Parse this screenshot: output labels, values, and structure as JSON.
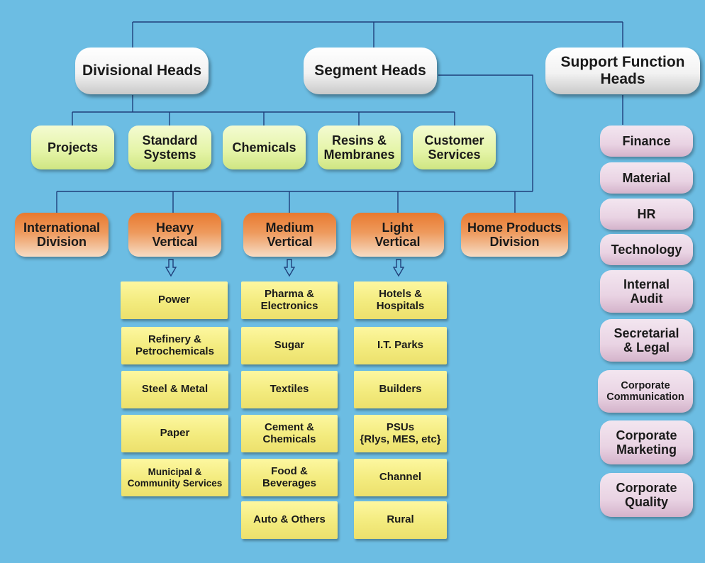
{
  "colors": {
    "background": "#6cbde3",
    "line": "#1f3f7a",
    "top_box": "#f2f2f2",
    "segment_box": "#e4f4a6",
    "vertical_box": "#ee9a5d",
    "support_box": "#e9d3e3",
    "item_box": "#f3eb7e"
  },
  "top_heads": {
    "divisional": "Divisional Heads",
    "segment": "Segment Heads",
    "support": "Support Function\nHeads"
  },
  "segments": [
    "Projects",
    "Standard\nSystems",
    "Chemicals",
    "Resins &\nMembranes",
    "Customer\nServices"
  ],
  "verticals": [
    "International\nDivision",
    "Heavy\nVertical",
    "Medium\nVertical",
    "Light\nVertical",
    "Home Products\nDivision"
  ],
  "heavy_items": [
    "Power",
    "Refinery &\nPetrochemicals",
    "Steel & Metal",
    "Paper",
    "Municipal &\nCommunity Services"
  ],
  "medium_items": [
    "Pharma &\nElectronics",
    "Sugar",
    "Textiles",
    "Cement &\nChemicals",
    "Food &\nBeverages",
    "Auto & Others"
  ],
  "light_items": [
    "Hotels &\nHospitals",
    "I.T. Parks",
    "Builders",
    "PSUs\n{Rlys, MES, etc}",
    "Channel",
    "Rural"
  ],
  "support_functions": [
    "Finance",
    "Material",
    "HR",
    "Technology",
    "Internal\nAudit",
    "Secretarial\n& Legal",
    "Corporate\nCommunication",
    "Corporate\nMarketing",
    "Corporate\nQuality"
  ]
}
